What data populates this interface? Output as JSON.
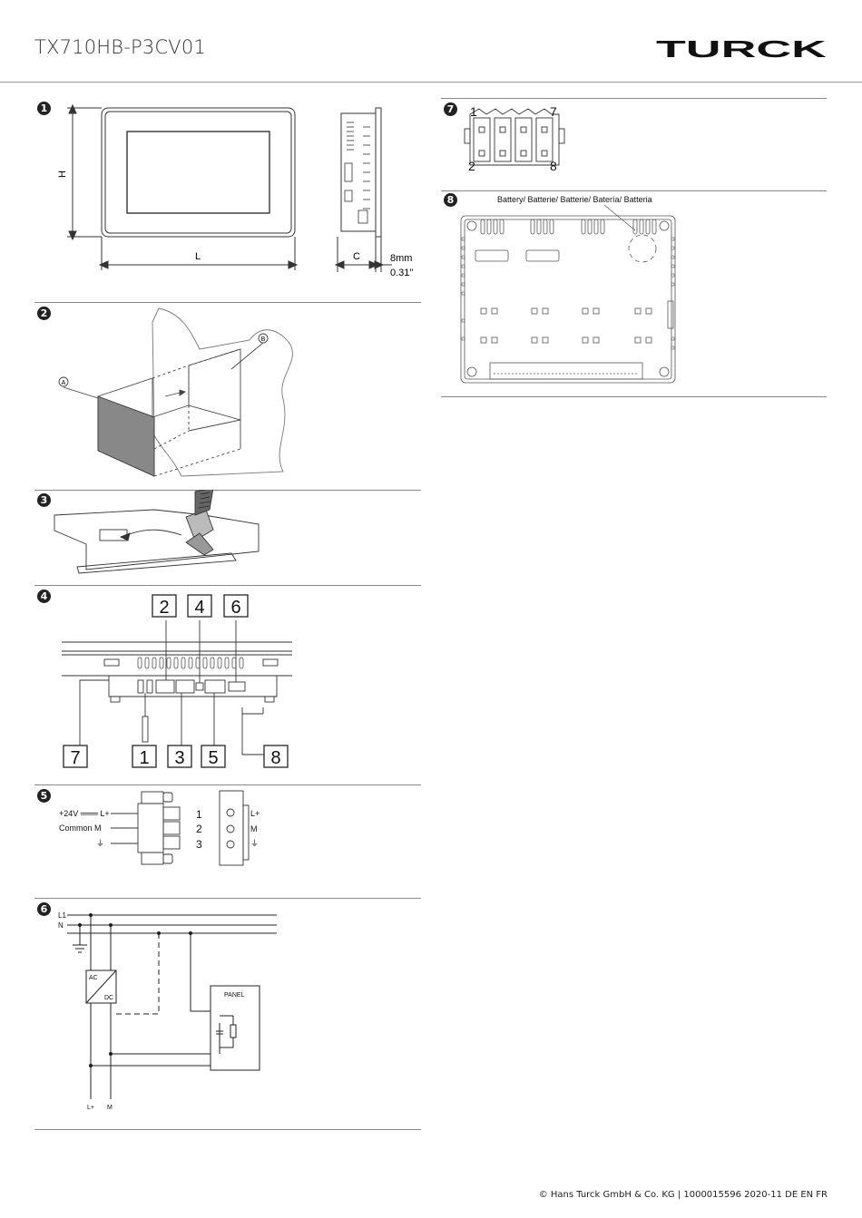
{
  "header": {
    "title": "TX710HB-P3CV01",
    "brand": "TURCK"
  },
  "figures": {
    "f1": {
      "number": "1",
      "labels": {
        "height": "H",
        "length": "L",
        "depth": "C",
        "panel_mm": "8mm",
        "panel_in": "0.31\""
      }
    },
    "f2": {
      "number": "2",
      "labels": {
        "a": "A",
        "b": "B"
      }
    },
    "f3": {
      "number": "3"
    },
    "f4": {
      "number": "4",
      "callouts": [
        "2",
        "4",
        "6",
        "7",
        "1",
        "3",
        "5",
        "8"
      ]
    },
    "f5": {
      "number": "5",
      "left_labels": [
        "+24V ═══  L+",
        "Common   M",
        "⏚"
      ],
      "pins": [
        "1",
        "2",
        "3"
      ],
      "right_labels": [
        "L+",
        "M",
        "⏚"
      ]
    },
    "f6": {
      "number": "6",
      "lines": [
        "L1",
        "N"
      ],
      "psu_ac": "AC",
      "psu_dc": "DC",
      "panel": "PANEL",
      "bottom": [
        "L+",
        "M"
      ]
    },
    "f7": {
      "number": "7",
      "pins_top": [
        "1",
        "7"
      ],
      "pins_bottom": [
        "2",
        "8"
      ]
    },
    "f8": {
      "number": "8",
      "battery_label": "Battery/ Batterie/ Batterie/ Batería/ Batteria"
    }
  },
  "footer": {
    "text": "© Hans Turck GmbH & Co. KG | 1000015596 2020-11 DE EN FR"
  }
}
